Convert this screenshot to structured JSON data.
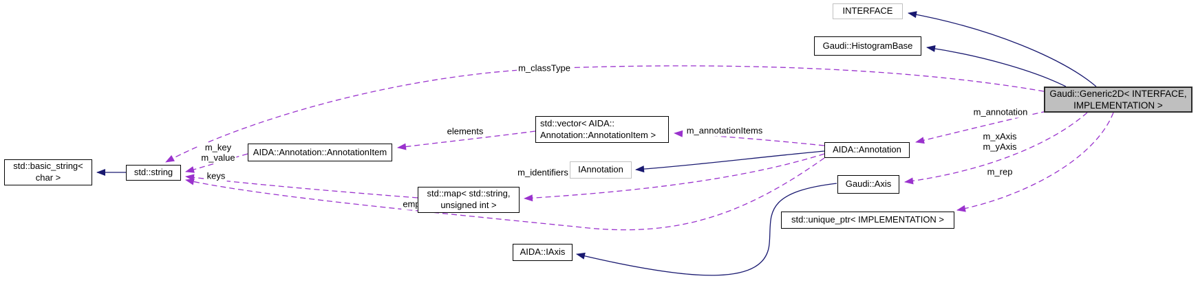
{
  "diagram": {
    "kind": "collaboration-graph",
    "background": "#ffffff",
    "colors": {
      "inheritance_edge": "#191970",
      "usage_edge": "#9a32cd",
      "node_fill": "#ffffff",
      "focus_node_fill": "#bfbfbf",
      "node_border": "#000000",
      "external_node_border": "#c0c0c0",
      "text": "#000000"
    },
    "nodes": {
      "interface": {
        "label": "INTERFACE"
      },
      "histogram_base": {
        "label": "Gaudi::HistogramBase"
      },
      "generic2d": {
        "label": "Gaudi::Generic2D< INTERFACE,\nIMPLEMENTATION >"
      },
      "basic_string": {
        "label": "std::basic_string<\nchar >"
      },
      "string": {
        "label": "std::string"
      },
      "annotation_item": {
        "label": "AIDA::Annotation::AnnotationItem"
      },
      "vector_annotation_item": {
        "label": "std::vector< AIDA::\nAnnotation::AnnotationItem >"
      },
      "iannotation": {
        "label": "IAnnotation"
      },
      "annotation": {
        "label": "AIDA::Annotation"
      },
      "map_string_uint": {
        "label": "std::map< std::string,\nunsigned int >"
      },
      "axis": {
        "label": "Gaudi::Axis"
      },
      "unique_ptr": {
        "label": "std::unique_ptr< IMPLEMENTATION >"
      },
      "iaxis": {
        "label": "AIDA::IAxis"
      }
    },
    "edge_labels": {
      "m_classType": "m_classType",
      "elements": "elements",
      "m_key_m_value": "m_key\nm_value",
      "keys": "keys",
      "m_annotationItems": "m_annotationItems",
      "m_identifiers": "m_identifiers",
      "emptyString": "emptyString",
      "m_annotation": "m_annotation",
      "m_xAxis_m_yAxis": "m_xAxis\nm_yAxis",
      "m_rep": "m_rep"
    }
  }
}
